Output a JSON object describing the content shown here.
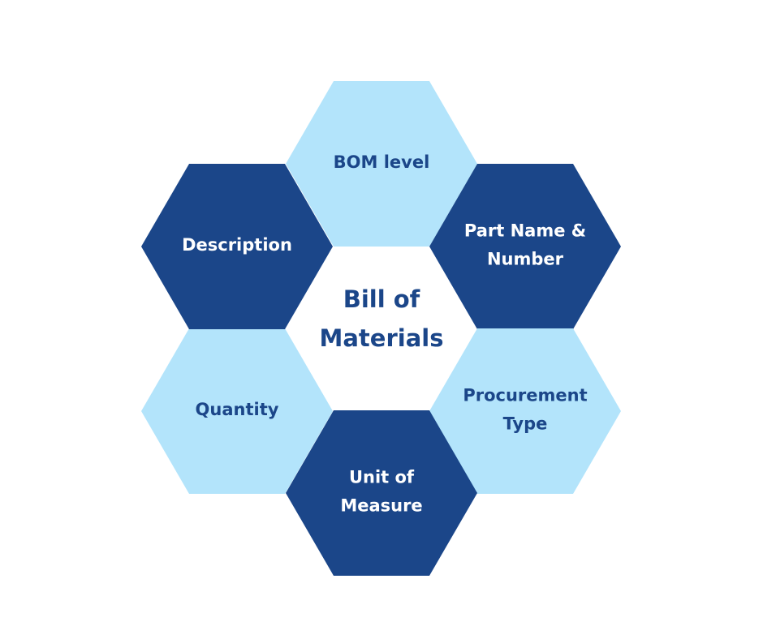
{
  "title": [
    "Bill of",
    "Materials"
  ],
  "colors": {
    "dark": "#1b4689",
    "light": "#b3e4fb",
    "background": "#ffffff",
    "center_text": "#1b4689",
    "dark_text": "#ffffff",
    "light_text": "#1b4689"
  },
  "nodes": [
    {
      "id": "bom-level",
      "lines": [
        "BOM level"
      ],
      "shade": "light"
    },
    {
      "id": "part-name-number",
      "lines": [
        "Part Name &",
        "Number"
      ],
      "shade": "dark"
    },
    {
      "id": "procurement-type",
      "lines": [
        "Procurement",
        "Type"
      ],
      "shade": "light"
    },
    {
      "id": "unit-of-measure",
      "lines": [
        "Unit of",
        "Measure"
      ],
      "shade": "dark"
    },
    {
      "id": "quantity",
      "lines": [
        "Quantity"
      ],
      "shade": "light"
    },
    {
      "id": "description",
      "lines": [
        "Description"
      ],
      "shade": "dark"
    }
  ]
}
